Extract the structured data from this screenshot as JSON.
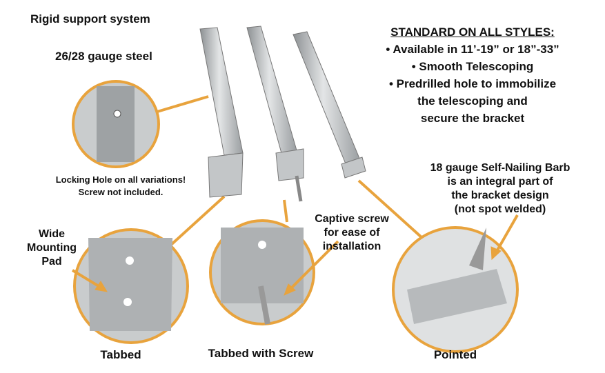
{
  "left_labels": {
    "rigid": "Rigid support system",
    "gauge": "26/28 gauge steel",
    "locking_hole": [
      "Locking Hole on all variations!",
      "Screw not included."
    ],
    "wide_pad": [
      "Wide",
      "Mounting",
      "Pad"
    ]
  },
  "standard": {
    "heading": "STANDARD ON ALL STYLES:",
    "bullets": [
      "• Available in  11’-19” or 18”-33”",
      "• Smooth Telescoping",
      "• Predrilled hole to immobilize"
    ],
    "continuation": [
      "the telescoping and",
      "secure the bracket"
    ]
  },
  "barb_note": [
    "18 gauge Self-Nailing Barb",
    "is an integral part of",
    "the bracket design",
    "(not spot welded)"
  ],
  "captive_note": [
    "Captive screw",
    "for ease of",
    "installation"
  ],
  "styles": [
    "Tabbed",
    "Tabbed with Screw",
    "Pointed"
  ],
  "colors": {
    "accent": "#e8a33d",
    "steel": "#b9bcbe"
  }
}
